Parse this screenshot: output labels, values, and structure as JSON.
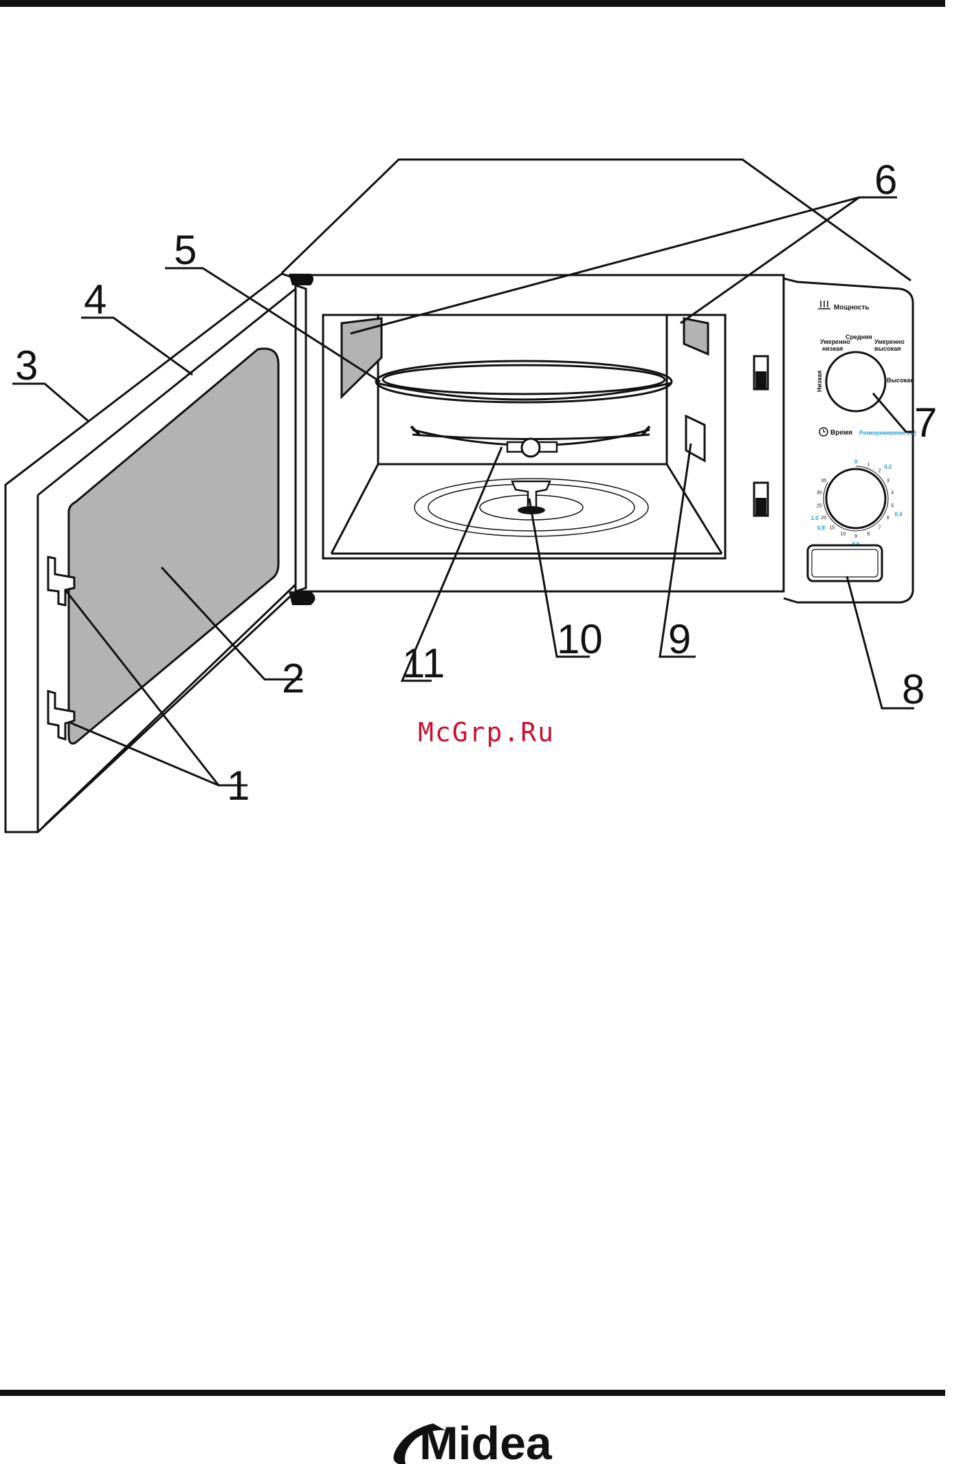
{
  "callouts": [
    {
      "id": "1",
      "label": "1"
    },
    {
      "id": "2",
      "label": "2"
    },
    {
      "id": "3",
      "label": "3"
    },
    {
      "id": "4",
      "label": "4"
    },
    {
      "id": "5",
      "label": "5"
    },
    {
      "id": "6",
      "label": "6"
    },
    {
      "id": "7",
      "label": "7"
    },
    {
      "id": "8",
      "label": "8"
    },
    {
      "id": "9",
      "label": "9"
    },
    {
      "id": "10",
      "label": "10"
    },
    {
      "id": "11",
      "label": "11"
    }
  ],
  "control_panel": {
    "power_title": "Мощность",
    "power_levels": {
      "low": "Низкая",
      "med_low_1": "Умеренно",
      "med_low_2": "низкая",
      "medium": "Средняя",
      "med_high_1": "Умеренно",
      "med_high_2": "высокая",
      "high": "Высокая"
    },
    "time_title": "Время",
    "defrost_title": "Размораживание (кг)",
    "time_marks": [
      "0",
      "1",
      "2",
      "3",
      "4",
      "5",
      "6",
      "7",
      "8",
      "9",
      "10",
      "15",
      "20",
      "25",
      "30",
      "35"
    ],
    "defrost_marks": [
      "0.2",
      "0.4",
      "0.6",
      "0.8",
      "1.0"
    ]
  },
  "watermark": "McGrp.Ru",
  "brand": "Midea",
  "colors": {
    "ink": "#111111",
    "glass": "#b3b3b3",
    "watermark": "#c8102e",
    "defrost_blue": "#1a9fd8"
  }
}
